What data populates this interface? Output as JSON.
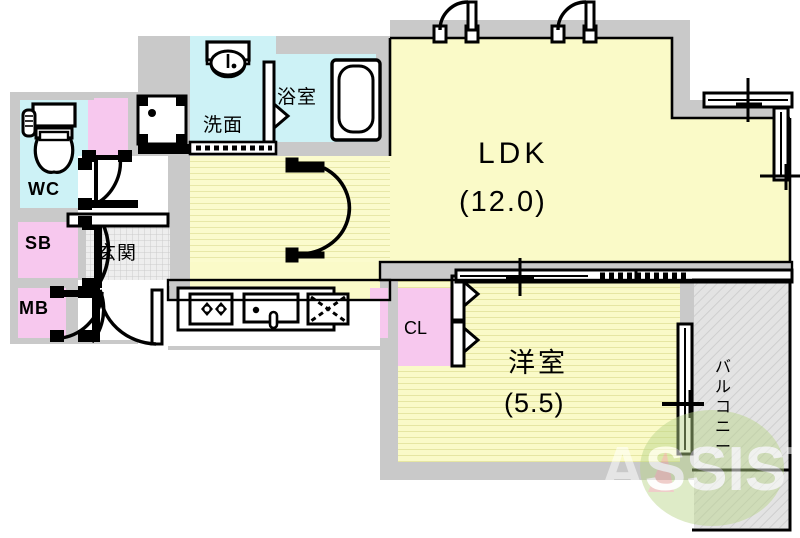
{
  "plan": {
    "type": "residential-floor-plan",
    "layout_code": "1LDK",
    "colors": {
      "wall": "#c8c8c8",
      "wall_line": "#000000",
      "living_floor": "#fbfbc8",
      "room_floor": "#f7f7c8",
      "wet_area": "#cdf2f6",
      "storage": "#f7c8ee",
      "balcony": "#e2e2e2",
      "entry_tile": "#e8e8e8",
      "watermark": "#b9d48a",
      "white": "#ffffff"
    },
    "rooms": [
      {
        "id": "ldk",
        "name": "LDK",
        "area": "(12.0)",
        "floor": "living_floor"
      },
      {
        "id": "washitsu",
        "name": "洋室",
        "area": "(5.5)",
        "floor": "room_floor"
      },
      {
        "id": "bath",
        "name": "浴室",
        "area": "",
        "floor": "wet_area"
      },
      {
        "id": "senmen",
        "name": "洗面",
        "area": "",
        "floor": "wet_area"
      },
      {
        "id": "wc",
        "name": "WC",
        "area": "",
        "floor": "wet_area"
      },
      {
        "id": "genkan",
        "name": "玄関",
        "area": "",
        "floor": "entry_tile"
      },
      {
        "id": "sb",
        "name": "SB",
        "area": "",
        "floor": "storage"
      },
      {
        "id": "mb",
        "name": "MB",
        "area": "",
        "floor": "storage"
      },
      {
        "id": "cl",
        "name": "CL",
        "area": "",
        "floor": "storage"
      },
      {
        "id": "balcony",
        "name": "バルコニー",
        "area": "",
        "floor": "balcony"
      }
    ],
    "labels": {
      "ldk_name": "LDK",
      "ldk_area": "(12.0)",
      "room_name": "洋室",
      "room_area": "(5.5)",
      "bath": "浴室",
      "washbasin": "洗面",
      "wc": "WC",
      "entrance": "玄関",
      "shoe_box": "SB",
      "meter_box": "MB",
      "closet": "CL",
      "balcony_line1": "バ",
      "balcony_line2": "ル",
      "balcony_line3": "コ",
      "balcony_line4": "ニ",
      "balcony_line5": "ー"
    },
    "fixtures": [
      {
        "id": "toilet",
        "name": "toilet-fixture",
        "room": "wc"
      },
      {
        "id": "bathtub",
        "name": "bathtub-fixture",
        "room": "bath"
      },
      {
        "id": "vanity-sink",
        "name": "vanity-sink-fixture",
        "room": "senmen"
      },
      {
        "id": "washer-space",
        "name": "washing-machine-space",
        "room": "senmen"
      },
      {
        "id": "gas-stove",
        "name": "two-burner-stove",
        "room": "ldk"
      },
      {
        "id": "kitchen-sink",
        "name": "kitchen-sink",
        "room": "ldk"
      },
      {
        "id": "fridge-space",
        "name": "refrigerator-space",
        "room": "ldk"
      }
    ],
    "doors": [
      {
        "id": "entrance-door",
        "name": "entrance-door",
        "swing": "arc"
      },
      {
        "id": "genkan-hall-door",
        "name": "hall-door",
        "swing": "arc"
      },
      {
        "id": "wc-door",
        "name": "wc-door",
        "swing": "arc"
      },
      {
        "id": "ldk-door",
        "name": "ldk-entry-door",
        "swing": "arc"
      },
      {
        "id": "bath-door",
        "name": "bath-folding-door",
        "swing": "folding"
      },
      {
        "id": "cl-door-upper",
        "name": "closet-door-upper",
        "swing": "folding"
      },
      {
        "id": "cl-door-lower",
        "name": "closet-door-lower",
        "swing": "folding"
      },
      {
        "id": "mb-door",
        "name": "meter-box-door",
        "swing": "arc"
      },
      {
        "id": "sb-door",
        "name": "shoe-box-door",
        "swing": "flat"
      }
    ],
    "windows": [
      {
        "id": "ldk-window-1",
        "name": "ldk-top-window-left"
      },
      {
        "id": "ldk-window-2",
        "name": "ldk-top-window-right"
      },
      {
        "id": "ldk-window-right",
        "name": "ldk-right-window"
      },
      {
        "id": "balcony-door",
        "name": "balcony-sliding-door"
      },
      {
        "id": "room-window-top",
        "name": "bedroom-top-window"
      }
    ],
    "watermark": {
      "text": "ASSIST"
    }
  }
}
